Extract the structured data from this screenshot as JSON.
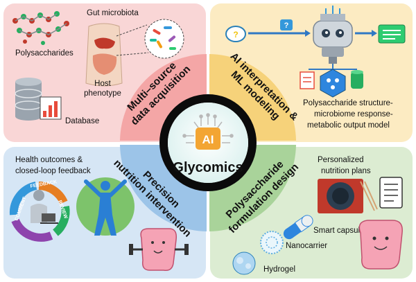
{
  "center": {
    "ai_badge": "AI",
    "title": "Glycomics"
  },
  "quadrants": {
    "top_left": {
      "headline_1": "Multi–source",
      "headline_2": "data acquisition",
      "labels": {
        "gut_microbiota": "Gut microbiota",
        "polysaccharides": "Polysaccharides",
        "host_phenotype_1": "Host",
        "host_phenotype_2": "phenotype",
        "database": "Database"
      }
    },
    "top_right": {
      "headline_1": "AI interpretation &",
      "headline_2": "ML modeling",
      "model_1": "Polysaccharide structure-",
      "model_2": "microbiome response-",
      "model_3": "metabolic output model"
    },
    "bottom_left": {
      "headline_1": "Precision",
      "headline_2": "nutrition intervention",
      "health_1": "Health outcomes &",
      "health_2": "closed-loop feedback",
      "cycle_feedback": "FEEDBACK",
      "cycle_review": "REVIEW",
      "cycle_comment": "COMMENT"
    },
    "bottom_right": {
      "headline_1": "Polysaccharide",
      "headline_2": "formulation design",
      "labels": {
        "plans_1": "Personalized",
        "plans_2": "nutrition plans",
        "capsule": "Smart capsule",
        "nanocarrier": "Nanocarrier",
        "hydrogel": "Hydrogel"
      }
    }
  },
  "colors": {
    "top_left_bg": "#f9d6d6",
    "top_right_bg": "#fcebc2",
    "bottom_left_bg": "#d6e6f5",
    "bottom_right_bg": "#dcecd2",
    "ring_pink": "#f4a6a6",
    "ring_yellow": "#f6d27a",
    "ring_blue": "#9cc4e8",
    "ring_green": "#a9d39a",
    "dark_ring": "#0b0b0b",
    "ai_orange": "#f3a533"
  }
}
